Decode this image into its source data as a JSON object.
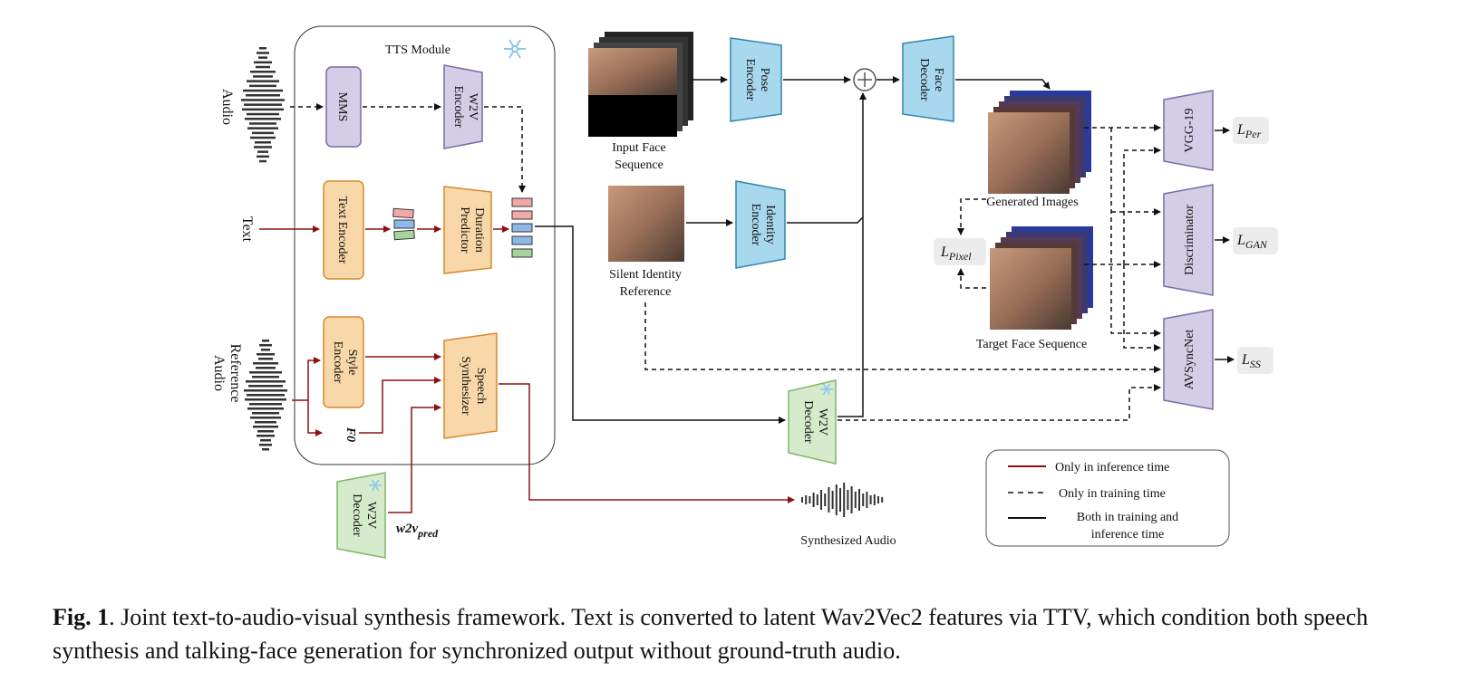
{
  "figure": {
    "tts_module_title": "TTS Module",
    "inputs": {
      "audio": "Audio",
      "text": "Text",
      "reference_audio_line1": "Reference",
      "reference_audio_line2": "Audio"
    },
    "blocks": {
      "mms": "MMS",
      "w2v_encoder_line1": "W2V",
      "w2v_encoder_line2": "Encoder",
      "text_encoder": "Text Encoder",
      "duration_predictor_line1": "Duration",
      "duration_predictor_line2": "Predictor",
      "style_encoder_line1": "Style",
      "style_encoder_line2": "Encoder",
      "speech_synthesizer_line1": "Speech",
      "speech_synthesizer_line2": "Synthesizer",
      "f0": "F0",
      "w2v_decoder_left_line1": "W2V",
      "w2v_decoder_left_line2": "Decoder",
      "w2v_pred": "w2v",
      "w2v_pred_sub": "pred",
      "pose_encoder_line1": "Pose",
      "pose_encoder_line2": "Encoder",
      "identity_encoder_line1": "Identity",
      "identity_encoder_line2": "Encoder",
      "face_decoder_line1": "Face",
      "face_decoder_line2": "Decoder",
      "w2v_decoder_mid_line1": "W2V",
      "w2v_decoder_mid_line2": "Decoder",
      "vgg19": "VGG-19",
      "discriminator": "Discriminator",
      "avsyncnet": "AVSyncNet"
    },
    "image_labels": {
      "input_face_line1": "Input Face",
      "input_face_line2": "Sequence",
      "silent_identity_line1": "Silent Identity",
      "silent_identity_line2": "Reference",
      "generated_images": "Generated Images",
      "target_face_sequence": "Target Face Sequence",
      "synthesized_audio": "Synthesized Audio"
    },
    "losses": {
      "per": "L",
      "per_sub": "Per",
      "gan": "L",
      "gan_sub": "GAN",
      "ss": "L",
      "ss_sub": "SS",
      "pixel": "L",
      "pixel_sub": "Pixel"
    },
    "legend": {
      "inference": "Only in inference time",
      "training": "Only in training time",
      "both_line1": "Both in training and",
      "both_line2": "inference time"
    },
    "colors": {
      "purple_fill": "#d4cde6",
      "purple_stroke": "#7b6aa6",
      "orange_fill": "#f8d7a8",
      "orange_stroke": "#d68a2e",
      "blue_fill": "#a8d8ee",
      "blue_stroke": "#2f86b3",
      "green_fill": "#d6ebcc",
      "green_stroke": "#7fb56b",
      "inference_line": "#8b1010",
      "loss_box": "#ececec"
    }
  },
  "caption": {
    "label": "Fig. 1",
    "text": ". Joint text-to-audio-visual synthesis framework. Text is converted to latent Wav2Vec2 features via TTV, which condition both speech synthesis and talking-face generation for synchronized output without ground-truth audio."
  }
}
